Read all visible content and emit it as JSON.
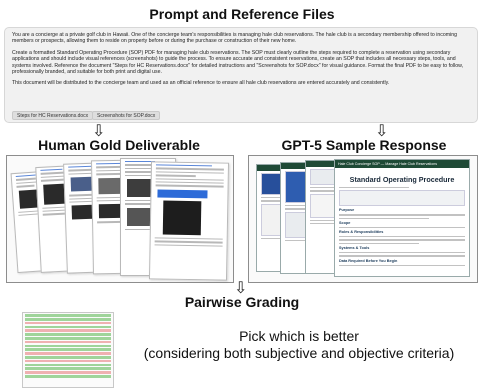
{
  "titles": {
    "prompt": "Prompt and Reference Files",
    "human": "Human Gold Deliverable",
    "gpt": "GPT-5 Sample Response",
    "grading": "Pairwise Grading"
  },
  "prompt": {
    "p1": "You are a concierge at a private golf club in Hawaii. One of the concierge team's responsibilities is managing hale club reservations. The hale club is a secondary membership offered to incoming members or prospects, allowing them to reside on property before or during the purchase or construction of their new home.",
    "p2": "Create a formatted Standard Operating Procedure (SOP) PDF for managing hale club reservations. The SOP must clearly outline the steps required to complete a reservation using secondary applications and should include visual references (screenshots) to guide the process. To ensure accurate and consistent reservations, create an SOP that includes all necessary steps, tools, and systems involved. Reference the document \"Steps for HC Reservations.docx\" for detailed instructions and \"Screenshots for SOP.docx\" for visual guidance. Format the final PDF to be easy to follow, professionally branded, and suitable for both print and digital use.",
    "p3": "This document will be distributed to the concierge team and used as an official reference to ensure all hale club reservations are entered accurately and consistently.",
    "files": [
      "Steps for HC Reservations.docx",
      "Screenshots for SOP.docx"
    ]
  },
  "gpt_doc": {
    "header": "Hale Club Concierge SOP — Manage Hale Club Reservations",
    "title": "Standard Operating Procedure",
    "sections": [
      "Purpose",
      "Scope",
      "Roles & Responsibilities",
      "Systems & Tools",
      "Data Required Before You Begin"
    ]
  },
  "grading": {
    "line1": "Pick which is better",
    "line2": "(considering both subjective and objective criteria)"
  },
  "colors": {
    "sop_header": "#1f4a36",
    "thumb_green": "#9fd49a",
    "thumb_red": "#efb1b1"
  }
}
